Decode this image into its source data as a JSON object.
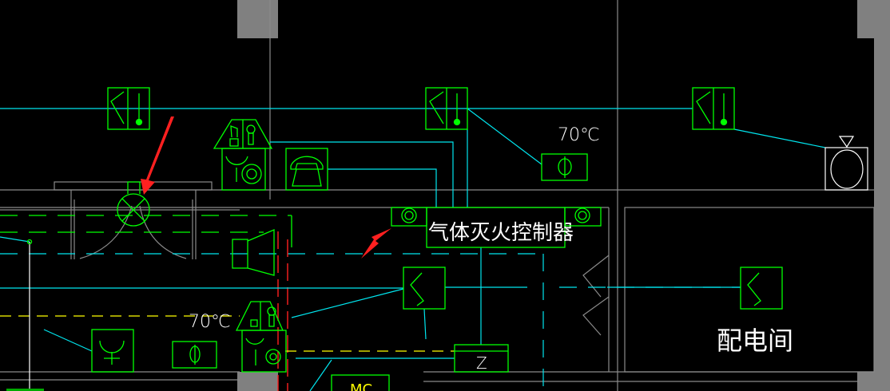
{
  "drawing": {
    "temp_label_top": "70℃",
    "temp_label_bottom": "70℃",
    "controller_label": "气体灭火控制器",
    "room_label": "配电间",
    "junction_label": "Z",
    "mc_label": "MC"
  },
  "colors": {
    "background": "#000000",
    "device": "#00ff00",
    "wiring": "#00e5ee",
    "wall": "#8a8a8a",
    "annotation_arrow": "#ff2020",
    "yellow_line": "#ffff00"
  }
}
